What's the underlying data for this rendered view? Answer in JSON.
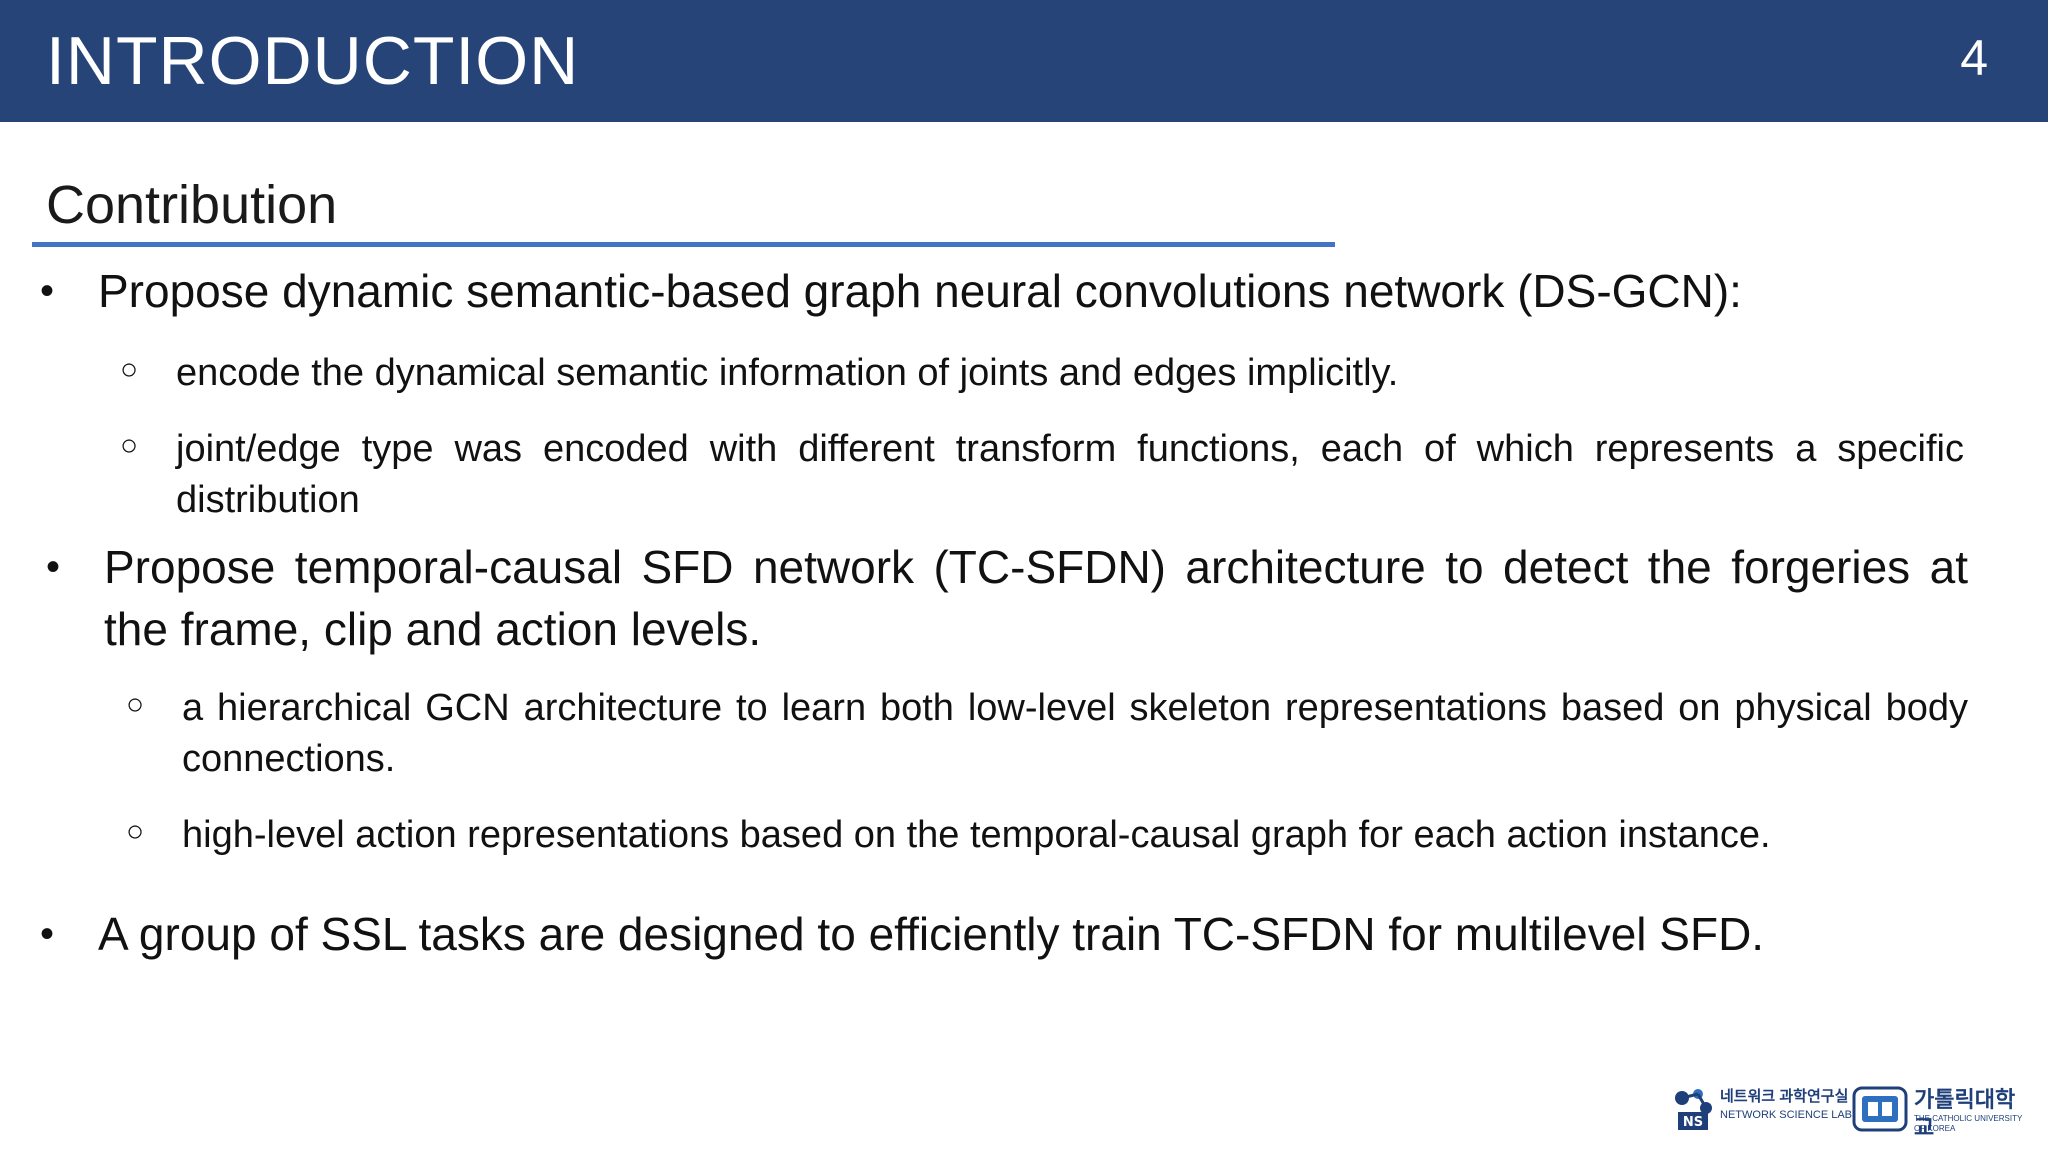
{
  "header": {
    "title": "INTRODUCTION",
    "page_number": "4",
    "color": "#264478"
  },
  "section": {
    "title": "Contribution",
    "rule_color": "#4472c4"
  },
  "bullets": [
    {
      "text": "Propose dynamic semantic-based graph neural convolutions network (DS-GCN):",
      "subs": [
        "encode the dynamical semantic information of joints and edges implicitly.",
        "joint/edge type was encoded with different transform functions, each of which represents a specific distribution"
      ]
    },
    {
      "text": "Propose temporal-causal SFD network (TC-SFDN) architecture to detect the forgeries at the frame, clip and action levels.",
      "subs": [
        "a hierarchical GCN architecture to learn both low-level skeleton representations based on physical body connections.",
        "high-level action representations based on the temporal-causal graph for each action instance."
      ]
    },
    {
      "text": "A group of SSL tasks are designed to efficiently train TC-SFDN for multilevel SFD.",
      "subs": []
    }
  ],
  "bullet_symbol": "•",
  "sub_bullet_symbol": "○",
  "logos": {
    "ns_lab_korean": "네트워크 과학연구실",
    "ns_lab_english": "NETWORK SCIENCE LAB",
    "ns_badge": "NS",
    "university_korean": "가톨릭대학교",
    "university_english": "THE CATHOLIC UNIVERSITY OF KOREA"
  }
}
